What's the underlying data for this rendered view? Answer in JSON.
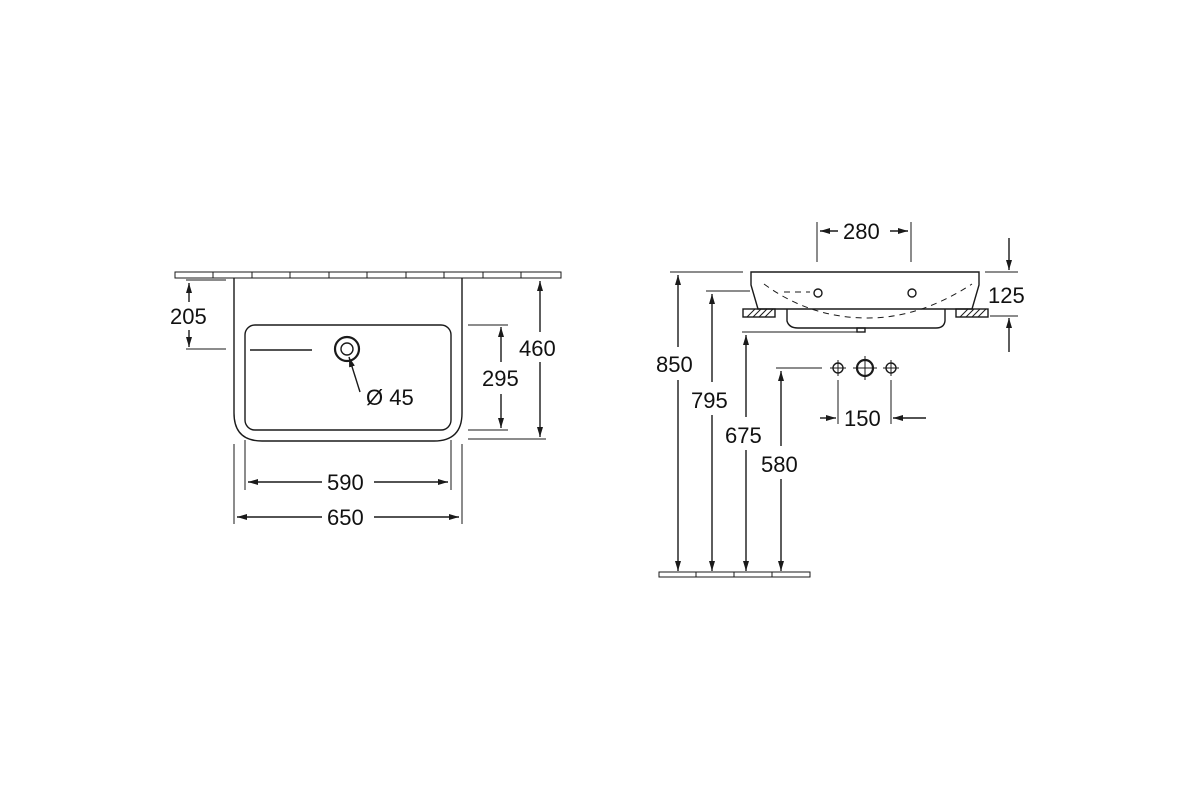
{
  "front_view": {
    "dim_depth_to_bowl": "205",
    "dim_bowl_height": "295",
    "dim_total_height": "460",
    "dim_inner_width": "590",
    "dim_total_width": "650",
    "dim_drain": "Ø 45"
  },
  "side_view": {
    "dim_tap_spacing": "280",
    "dim_basin_height": "125",
    "dim_top_height": "850",
    "dim_bottom_height": "795",
    "dim_drain_height": "675",
    "dim_supply_height": "580",
    "dim_supply_spacing": "150"
  },
  "colors": {
    "line": "#1a1a1a",
    "background": "#ffffff"
  }
}
